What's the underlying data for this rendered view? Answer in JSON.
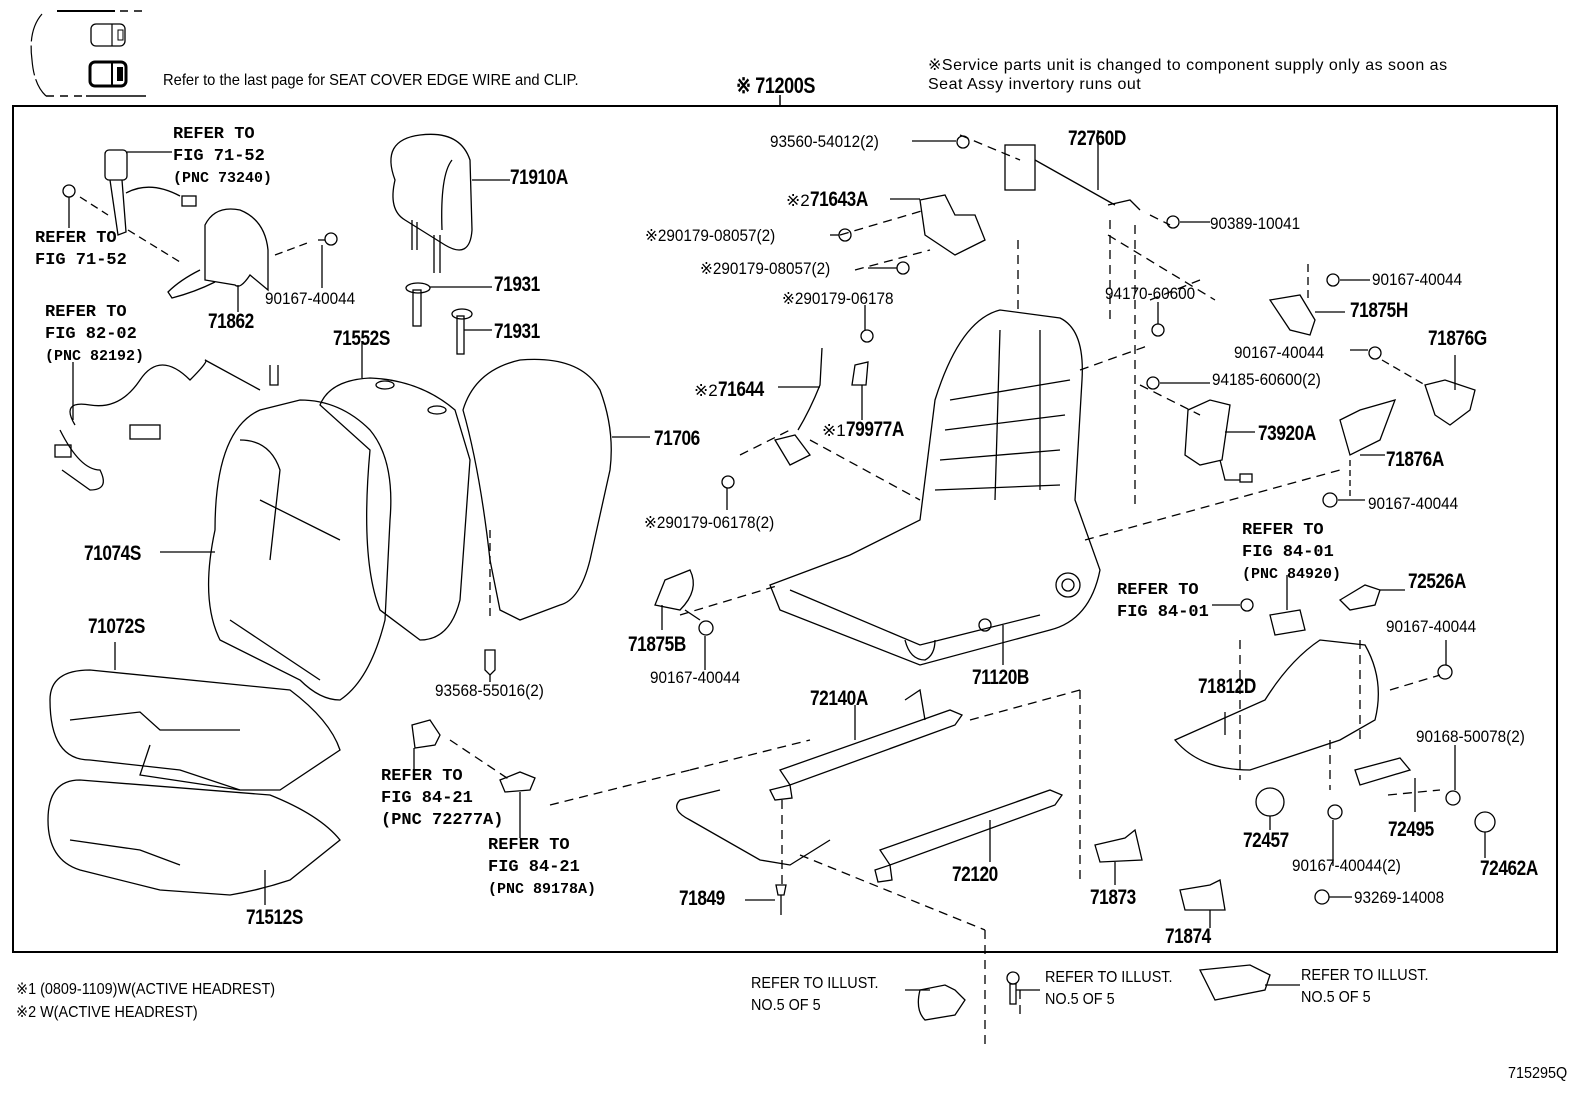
{
  "header": {
    "edge_wire_note": "Refer to the last page for SEAT COVER EDGE WIRE and CLIP.",
    "assembly_part": "※ 71200S",
    "service_note_line1": "※Service parts unit is changed to component supply only as soon as",
    "service_note_line2": "Seat Assy invertory runs out"
  },
  "legend_icons": [
    {
      "name": "seat-position-indicator-light",
      "style": "thin"
    },
    {
      "name": "seat-position-indicator-bold",
      "style": "bold"
    }
  ],
  "parts": {
    "p71910A": "71910A",
    "p71931a": "71931",
    "p71931b": "71931",
    "p71862": "71862",
    "p90167_40044_a": "90167-40044",
    "p71552S": "71552S",
    "p71706": "71706",
    "p71074S": "71074S",
    "p71072S": "71072S",
    "p71512S": "71512S",
    "p93568_55016": "93568-55016(2)",
    "p93560_54012": "93560-54012(2)",
    "p72760D": "72760D",
    "p71643A_mark": "※2",
    "p71643A": "71643A",
    "p90179_08057_a_mark": "※2",
    "p90179_08057_a": "90179-08057(2)",
    "p90179_08057_b_mark": "※2",
    "p90179_08057_b": "90179-08057(2)",
    "p90179_06178_mark": "※2",
    "p90179_06178": "90179-06178",
    "p71644_mark": "※2",
    "p71644": "71644",
    "p79977A_mark": "※1",
    "p79977A": "79977A",
    "p90179_06178_2_mark": "※2",
    "p90179_06178_2": "90179-06178(2)",
    "p90389_10041": "90389-10041",
    "p94170_60600": "94170-60600",
    "p90167_40044_b": "90167-40044",
    "p71875H": "71875H",
    "p90167_40044_c": "90167-40044",
    "p71876G": "71876G",
    "p94185_60600": "94185-60600(2)",
    "p73920A": "73920A",
    "p71876A": "71876A",
    "p90167_40044_d": "90167-40044",
    "p71875B": "71875B",
    "p90167_40044_e": "90167-40044",
    "p71120B": "71120B",
    "p72140A": "72140A",
    "p72120": "72120",
    "p71849": "71849",
    "p71873": "71873",
    "p71874": "71874",
    "p72526A": "72526A",
    "p90167_40044_f": "90167-40044",
    "p71812D": "71812D",
    "p90168_50078": "90168-50078(2)",
    "p72457": "72457",
    "p72495": "72495",
    "p90167_40044_2": "90167-40044(2)",
    "p72462A": "72462A",
    "p93269_14008": "93269-14008"
  },
  "references": {
    "seatbelt": {
      "line1": "REFER TO",
      "line2": "FIG 71-52",
      "line3": "(PNC 73240)"
    },
    "seatbelt_nut": {
      "line1": "REFER TO",
      "line2": "FIG 71-52"
    },
    "wire_harness": {
      "line1": "REFER TO",
      "line2": "FIG 82-02",
      "line3": "(PNC 82192)"
    },
    "fig84_21_a": {
      "line1": "REFER TO",
      "line2": "FIG 84-21",
      "line3": "(PNC 72277A)"
    },
    "fig84_21_b": {
      "line1": "REFER TO",
      "line2": "FIG 84-21",
      "line3": "(PNC 89178A)"
    },
    "fig84_01_switch": {
      "line1": "REFER TO",
      "line2": "FIG 84-01",
      "line3": "(PNC 84920)"
    },
    "fig84_01_screw": {
      "line1": "REFER TO",
      "line2": "FIG 84-01"
    },
    "illust_a": {
      "line1": "REFER TO ILLUST.",
      "line2": "NO.5 OF 5"
    },
    "illust_b": {
      "line1": "REFER TO ILLUST.",
      "line2": "NO.5 OF 5"
    },
    "illust_c": {
      "line1": "REFER TO ILLUST.",
      "line2": "NO.5 OF 5"
    }
  },
  "footnotes": {
    "note1": "※1 (0809-1109)W(ACTIVE HEADREST)",
    "note2": "※2 W(ACTIVE HEADREST)"
  },
  "figure_id": "715295Q"
}
